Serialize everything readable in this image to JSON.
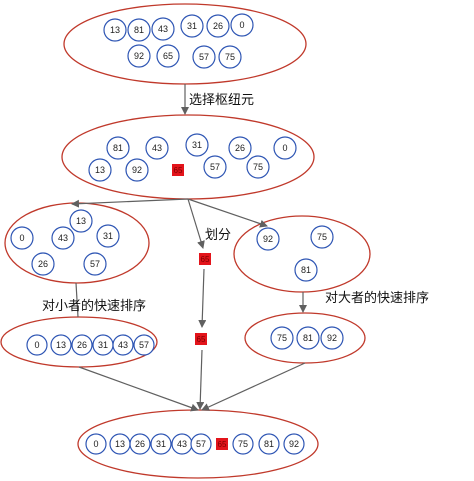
{
  "colors": {
    "group_outline": "#c0392b",
    "node_outline": "#2f56b4",
    "pivot_fill": "#e3141b",
    "arrow": "#606060"
  },
  "diagram": {
    "original": {
      "values": [
        "13",
        "81",
        "43",
        "31",
        "26",
        "0",
        "92",
        "65",
        "57",
        "75"
      ]
    },
    "step1_label": "选择枢纽元",
    "after_pivot": {
      "values": [
        "81",
        "43",
        "31",
        "26",
        "0",
        "13",
        "92",
        "65",
        "57",
        "75"
      ],
      "pivot": "65"
    },
    "partition_label": "划分",
    "left_partition": {
      "values": [
        "13",
        "0",
        "43",
        "31",
        "26",
        "57"
      ]
    },
    "pivot_node": {
      "value": "65"
    },
    "right_partition": {
      "values": [
        "92",
        "75",
        "81"
      ]
    },
    "sort_small_label": "对小者的快速排序",
    "sort_large_label": "对大者的快速排序",
    "left_sorted": {
      "values": [
        "0",
        "13",
        "26",
        "31",
        "43",
        "57"
      ]
    },
    "pivot_node_2": {
      "value": "65"
    },
    "right_sorted": {
      "values": [
        "75",
        "81",
        "92"
      ]
    },
    "result": {
      "values": [
        "0",
        "13",
        "26",
        "31",
        "43",
        "57",
        "65",
        "75",
        "81",
        "92"
      ]
    }
  }
}
